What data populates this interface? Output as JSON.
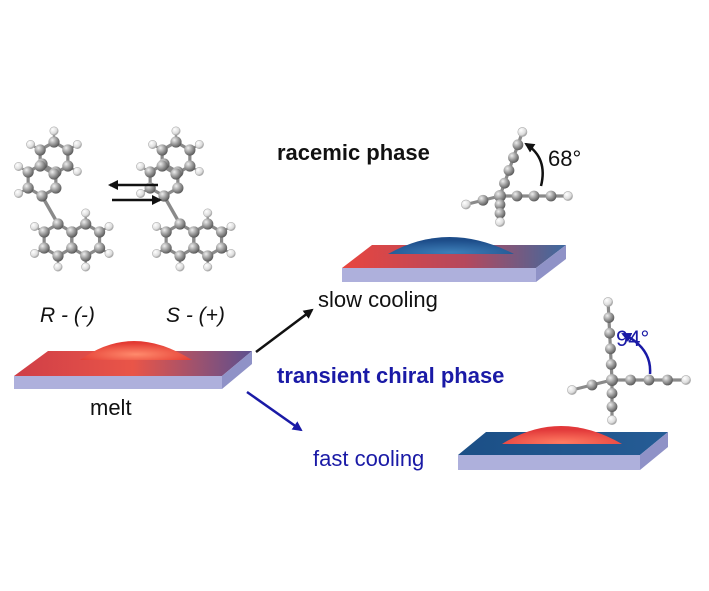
{
  "labels": {
    "r_enantiomer": "R - (-)",
    "s_enantiomer": "S - (+)",
    "racemic_phase": "racemic phase",
    "transient_chiral_phase": "transient chiral phase",
    "slow_cooling": "slow cooling",
    "fast_cooling": "fast cooling",
    "melt": "melt",
    "angle_racemic": "68°",
    "angle_chiral": "94°"
  },
  "colors": {
    "racemic_text": "#111111",
    "chiral_text": "#1a1aa6",
    "slab_side": "#a9acd9",
    "slab_red": "#e8463f",
    "slab_blue": "#1d4d8a",
    "carbon_atom": "#9a9a9a",
    "hydrogen_atom": "#f0f0f0"
  }
}
